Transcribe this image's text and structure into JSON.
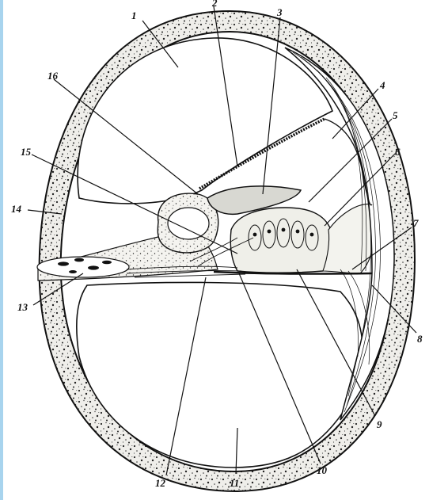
{
  "figure": {
    "title": "",
    "colors": {
      "ink": "#111111",
      "bone_fill": "#efeeea",
      "edge_strip": "#a8d4ee"
    },
    "labels": [
      {
        "text": "1",
        "part": "scala-vestibuli"
      },
      {
        "text": "2",
        "part": "vestibular-membrane"
      },
      {
        "text": "3",
        "part": "tectorial-membrane"
      },
      {
        "text": "4",
        "part": "cochlear-duct"
      },
      {
        "text": "5",
        "part": "outer-hair-cells"
      },
      {
        "text": "6",
        "part": "supporting-cells"
      },
      {
        "text": "7",
        "part": "spiral-ligament"
      },
      {
        "text": "8",
        "part": "bony-wall"
      },
      {
        "text": "9",
        "part": "basilar-membrane"
      },
      {
        "text": "10",
        "part": "inner-tunnel"
      },
      {
        "text": "11",
        "part": "scala-tympani"
      },
      {
        "text": "12",
        "part": "nerve-fibres"
      },
      {
        "text": "13",
        "part": "spiral-ganglion"
      },
      {
        "text": "14",
        "part": "osseous-spiral-lamina"
      },
      {
        "text": "15",
        "part": "inner-hair-cell"
      },
      {
        "text": "16",
        "part": "spiral-limbus"
      }
    ]
  }
}
